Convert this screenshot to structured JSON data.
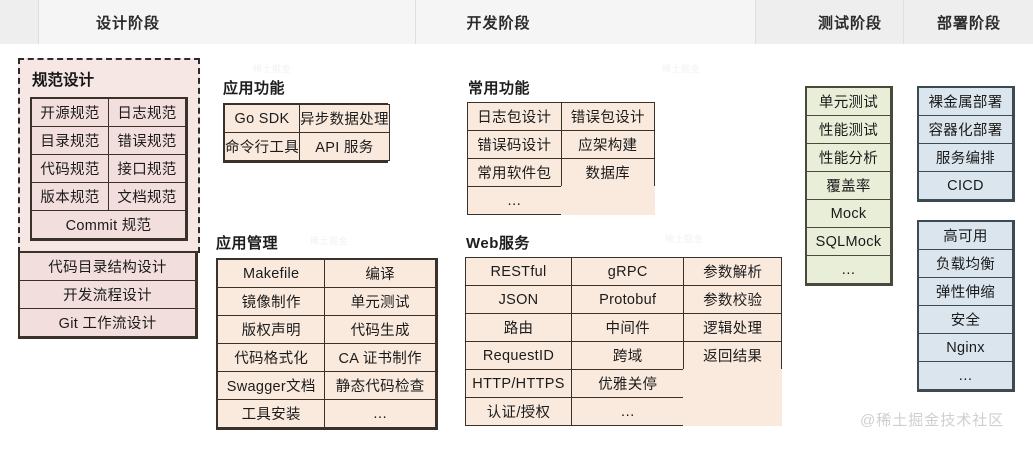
{
  "header": {
    "phases": [
      {
        "label": "设计阶段"
      },
      {
        "label": "开发阶段"
      },
      {
        "label": "测试阶段"
      },
      {
        "label": "部署阶段"
      }
    ]
  },
  "design_phase": {
    "spec_group": {
      "title": "规范设计",
      "rows": [
        [
          "开源规范",
          "日志规范"
        ],
        [
          "目录规范",
          "错误规范"
        ],
        [
          "代码规范",
          "接口规范"
        ],
        [
          "版本规范",
          "文档规范"
        ]
      ],
      "full_row": "Commit 规范"
    },
    "process_group": {
      "items": [
        "代码目录结构设计",
        "开发流程设计",
        "Git 工作流设计"
      ]
    }
  },
  "dev_phase": {
    "app_features": {
      "title": "应用功能",
      "rows": [
        [
          "Go SDK",
          "异步数据处理"
        ],
        [
          "命令行工具",
          "API 服务"
        ]
      ]
    },
    "common_features": {
      "title": "常用功能",
      "rows": [
        [
          "日志包设计",
          "错误包设计"
        ],
        [
          "错误码设计",
          "应架构建"
        ],
        [
          "常用软件包",
          "数据库"
        ],
        [
          "…",
          ""
        ]
      ]
    },
    "app_management": {
      "title": "应用管理",
      "rows": [
        [
          "Makefile",
          "编译"
        ],
        [
          "镜像制作",
          "单元测试"
        ],
        [
          "版权声明",
          "代码生成"
        ],
        [
          "代码格式化",
          "CA 证书制作"
        ],
        [
          "Swagger文档",
          "静态代码检查"
        ],
        [
          "工具安装",
          "…"
        ]
      ]
    },
    "web_service": {
      "title": "Web服务",
      "rows": [
        [
          "RESTful",
          "gRPC",
          "参数解析"
        ],
        [
          "JSON",
          "Protobuf",
          "参数校验"
        ],
        [
          "路由",
          "中间件",
          "逻辑处理"
        ],
        [
          "RequestID",
          "跨域",
          "返回结果"
        ],
        [
          "HTTP/HTTPS",
          "优雅关停",
          ""
        ],
        [
          "认证/授权",
          "…",
          ""
        ]
      ]
    }
  },
  "test_phase": {
    "items": [
      "单元测试",
      "性能测试",
      "性能分析",
      "覆盖率",
      "Mock",
      "SQLMock",
      "…"
    ]
  },
  "deploy_phase": {
    "group_a": [
      "裸金属部署",
      "容器化部署",
      "服务编排",
      "CICD"
    ],
    "group_b": [
      "高可用",
      "负载均衡",
      "弹性伸缩",
      "安全",
      "Nginx",
      "…"
    ]
  },
  "watermark": {
    "main": "@稀土掘金技术社区",
    "faint": "稀土掘金"
  },
  "colors": {
    "pink": "#f2dedc",
    "beige": "#faeade",
    "green": "#e9eed8",
    "blue": "#dae5ed",
    "header_bg": "#eeeeee",
    "border": "#3a3128"
  }
}
